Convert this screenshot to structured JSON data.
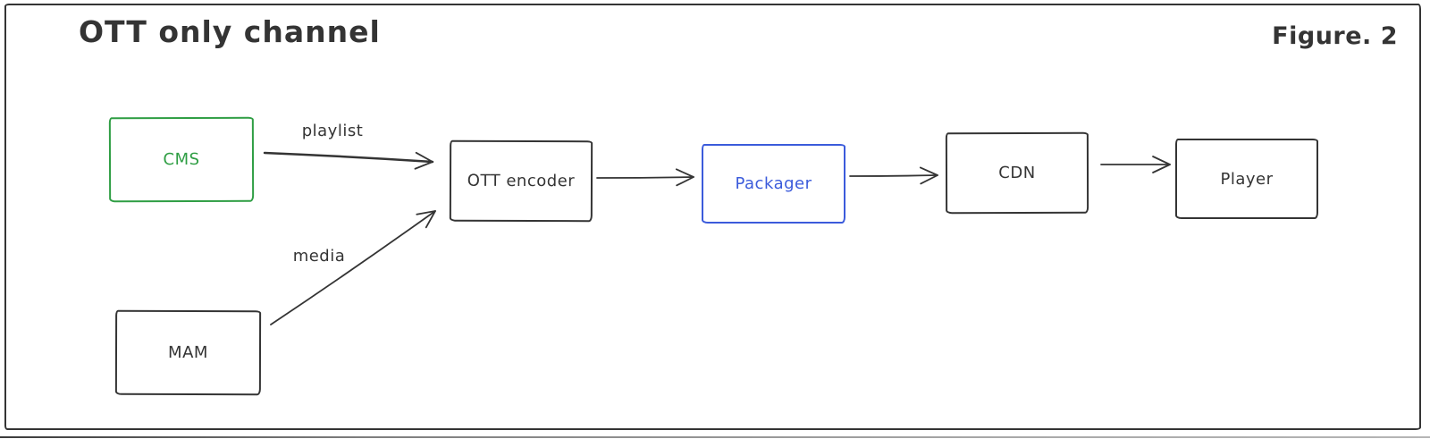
{
  "figure": {
    "title": "OTT only channel",
    "caption": "Figure. 2"
  },
  "colors": {
    "stroke": "#343434",
    "green": "#2f9e44",
    "blue": "#3b5bdb",
    "background": "#ffffff"
  },
  "nodes": {
    "cms": {
      "label": "CMS"
    },
    "mam": {
      "label": "MAM"
    },
    "encoder": {
      "label": "OTT encoder"
    },
    "packager": {
      "label": "Packager"
    },
    "cdn": {
      "label": "CDN"
    },
    "player": {
      "label": "Player"
    }
  },
  "edges": {
    "cms_to_encoder": {
      "from": "CMS",
      "to": "OTT encoder",
      "label": "playlist"
    },
    "mam_to_encoder": {
      "from": "MAM",
      "to": "OTT encoder",
      "label": "media"
    },
    "encoder_to_packager": {
      "from": "OTT encoder",
      "to": "Packager",
      "label": ""
    },
    "packager_to_cdn": {
      "from": "Packager",
      "to": "CDN",
      "label": ""
    },
    "cdn_to_player": {
      "from": "CDN",
      "to": "Player",
      "label": ""
    }
  }
}
